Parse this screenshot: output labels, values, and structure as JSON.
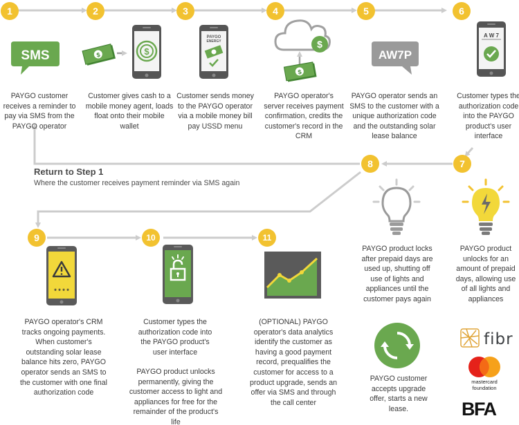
{
  "steps": [
    {
      "num": "1",
      "text": "PAYGO customer receives a reminder to pay via SMS from the PAYGO operator"
    },
    {
      "num": "2",
      "text": "Customer gives cash to a mobile money agent, loads float onto their mobile wallet"
    },
    {
      "num": "3",
      "text": "Customer sends money to the PAYGO operator via a mobile money bill pay USSD menu"
    },
    {
      "num": "4",
      "text": "PAYGO operator's server receives payment confirmation, credits the customer's record in the CRM"
    },
    {
      "num": "5",
      "text": "PAYGO operator sends an SMS to the customer with a unique authorization code and the outstanding solar lease balance"
    },
    {
      "num": "6",
      "text": "Customer types the authorization code into the PAYGO product's user interface"
    },
    {
      "num": "7",
      "text": "PAYGO product unlocks for an amount of prepaid days, allowing use of all lights and appliances"
    },
    {
      "num": "8",
      "text": "PAYGO product locks after prepaid days are used up, shutting off use of lights and appliances until the customer pays again"
    },
    {
      "num": "9",
      "text": "PAYGO operator's CRM tracks ongoing payments.  When customer's outstanding solar lease balance hits zero, PAYGO operator sends an SMS to the customer with one final authorization code"
    },
    {
      "num": "10",
      "text": "Customer types the authorization code into the PAYGO product's user interface",
      "text2": "PAYGO product unlocks permanently, giving the customer access to light and appliances for free for the remainder of the product's life"
    },
    {
      "num": "11",
      "text": "(OPTIONAL) PAYGO operator's data analytics identify the customer as having a good payment record, prequalifies the customer for access to a product upgrade, sends an offer via SMS and through the call center"
    }
  ],
  "upgrade_text": "PAYGO customer accepts upgrade offer, starts a new lease.",
  "return": {
    "title": "Return to Step 1",
    "subtitle": "Where the customer receives payment reminder via SMS again"
  },
  "icons": {
    "sms_bubble": "SMS",
    "auth_code_bubble": "AW7P",
    "phone_screen_code": "A W 7",
    "paygo_logo_line1": "PAYGO",
    "paygo_logo_line2": "ENERGY",
    "money_symbol": "$",
    "warning_code": "* * * *"
  },
  "logos": {
    "fibr": "fibr",
    "mastercard": "mastercard foundation",
    "bfa": "BFA"
  },
  "colors": {
    "accent_yellow": "#f2c230",
    "green": "#6aa84f",
    "dark_green": "#4a8c3a",
    "gray_arrow": "#cccccc",
    "phone_gray": "#5a5a5a"
  }
}
